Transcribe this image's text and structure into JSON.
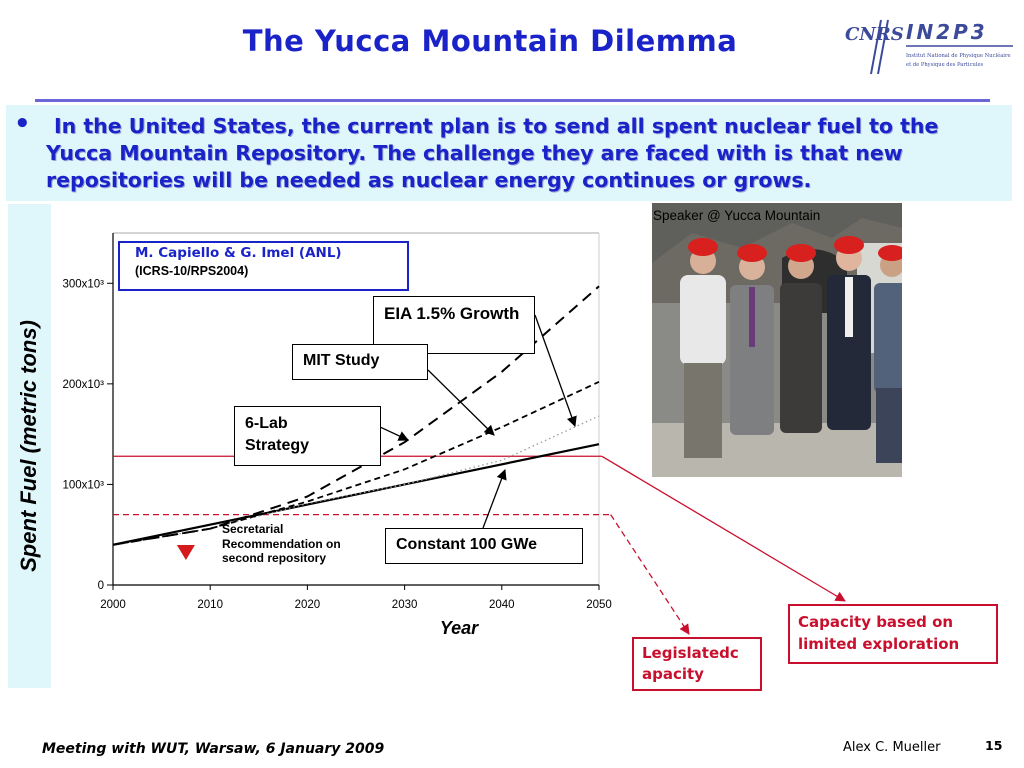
{
  "slide": {
    "title": "The Yucca Mountain Dilemma",
    "bullet": "In the United States, the current plan is to send all spent nuclear fuel to the Yucca Mountain Repository.  The challenge they are faced with is that new repositories will be needed as nuclear energy continues or grows.",
    "logo": {
      "cnrs": "CNRS",
      "in2p3": "IN2P3",
      "line1": "Institut National de Physique Nucléaire",
      "line2": "et de Physique des Particules"
    },
    "photo_caption": "Speaker @ Yucca Mountain",
    "citation_main": "M. Capiello &  G. Imel (ANL)",
    "citation_sub": "(ICRS-10/RPS2004)",
    "footer_left": "Meeting with WUT, Warsaw, 6 January 2009",
    "footer_right": "Alex C. Mueller",
    "page_number": "15",
    "colors": {
      "title_blue": "#1a23c8",
      "box_bg": "#dff6fb",
      "limit_red": "#c8102e"
    }
  },
  "chart_data": {
    "type": "line",
    "xlabel": "Year",
    "ylabel": "Spent Fuel (metric tons)",
    "xlim": [
      2000,
      2050
    ],
    "ylim": [
      0,
      350000
    ],
    "x_ticks": [
      "2000",
      "2010",
      "2020",
      "2030",
      "2040",
      "2050"
    ],
    "y_ticks": [
      {
        "value": 0,
        "label": "0"
      },
      {
        "value": 100000,
        "label": "100x10³"
      },
      {
        "value": 200000,
        "label": "200x10³"
      },
      {
        "value": 300000,
        "label": "300x10³"
      }
    ],
    "series": [
      {
        "name": "Constant 100 GWe",
        "style": "solid",
        "points": [
          [
            2000,
            40000
          ],
          [
            2050,
            140000
          ]
        ]
      },
      {
        "name": "6-Lab Strategy",
        "style": "dotted",
        "points": [
          [
            2000,
            40000
          ],
          [
            2010,
            56000
          ],
          [
            2020,
            81000
          ],
          [
            2030,
            100000
          ],
          [
            2040,
            124000
          ],
          [
            2050,
            168000
          ]
        ]
      },
      {
        "name": "MIT Study",
        "style": "dashed-fine",
        "points": [
          [
            2000,
            40000
          ],
          [
            2010,
            56000
          ],
          [
            2020,
            83000
          ],
          [
            2030,
            115000
          ],
          [
            2040,
            157000
          ],
          [
            2050,
            202000
          ]
        ]
      },
      {
        "name": "EIA 1.5% Growth",
        "style": "dashed",
        "points": [
          [
            2000,
            40000
          ],
          [
            2010,
            56000
          ],
          [
            2020,
            88000
          ],
          [
            2030,
            142000
          ],
          [
            2040,
            212000
          ],
          [
            2050,
            297000
          ]
        ]
      }
    ],
    "limits": [
      {
        "name": "Capacity based on limited exploration",
        "value": 128000,
        "style": "solid",
        "x_end": 2050.3
      },
      {
        "name": "Legislatedc apacity",
        "value": 70000,
        "style": "dashed",
        "x_end": 2051.2
      }
    ],
    "annotation": {
      "label": "Secretarial Recommendation on second repository",
      "x": 2007.5
    }
  }
}
